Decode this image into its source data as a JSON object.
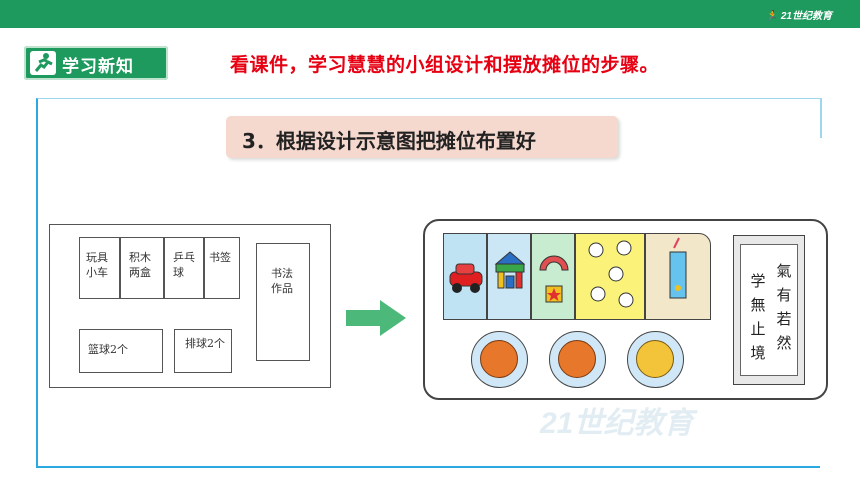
{
  "header": {
    "brand": "21世纪教育"
  },
  "section_tag": {
    "label": "学习新知",
    "icon": "runner-icon"
  },
  "headline": "看课件，学习慧慧的小组设计和摆放摊位的步骤。",
  "step_title": "3．根据设计示意图把摊位布置好",
  "sketch": {
    "cells": [
      {
        "text": "玩具小车"
      },
      {
        "text": "积木两盒"
      },
      {
        "text": "乒乓球"
      },
      {
        "text": "书签"
      },
      {
        "text": "书法作品"
      },
      {
        "text": "篮球2个"
      },
      {
        "text": "排球2个"
      }
    ]
  },
  "booth": {
    "calligraphy": {
      "left_column": "学無止境",
      "right_column": "氣有若然"
    }
  },
  "watermark": "21世纪教育",
  "colors": {
    "green": "#1e9a5e",
    "red": "#e60012",
    "blue_line": "#29a9e0",
    "pink_box": "#f5d8ce"
  }
}
